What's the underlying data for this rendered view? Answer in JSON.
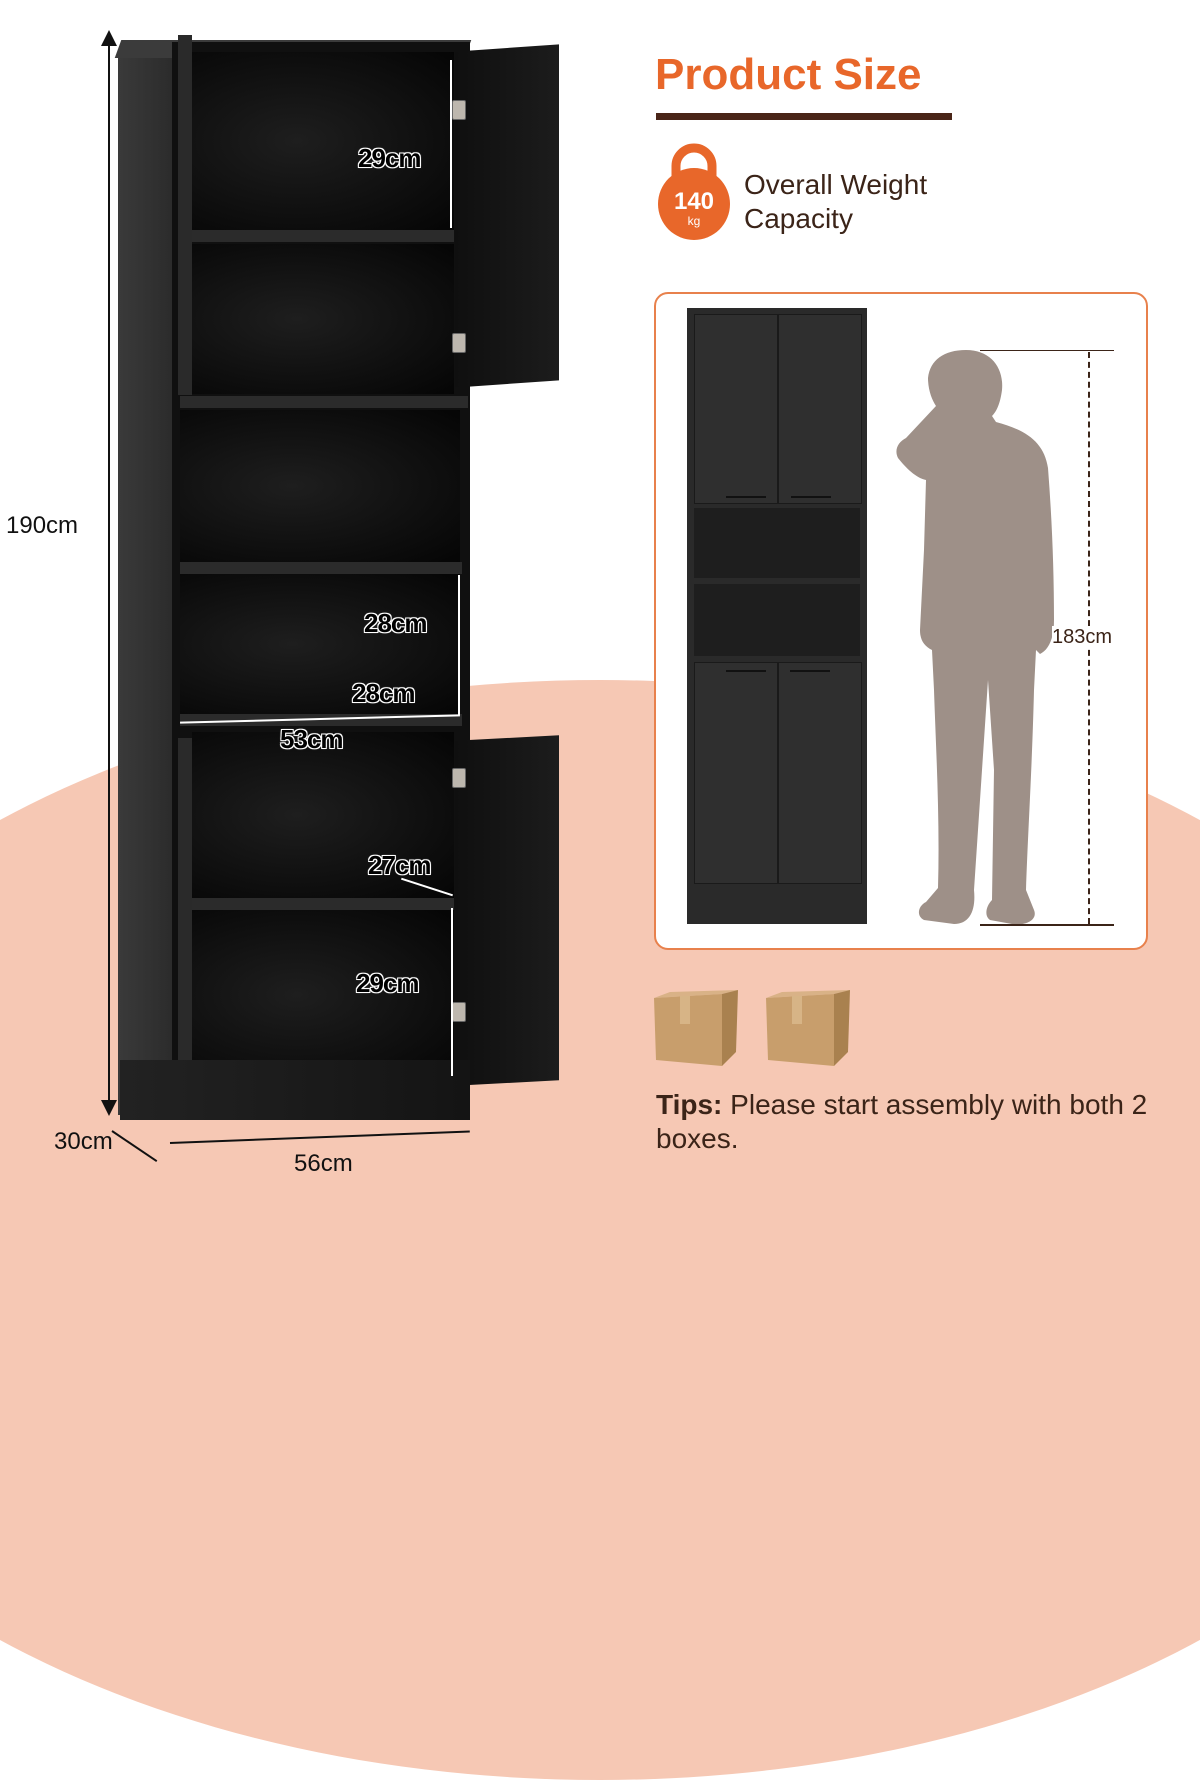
{
  "header": {
    "title": "Product Size"
  },
  "weight_capacity": {
    "value": "140",
    "unit": "kg",
    "label_line1": "Overall Weight",
    "label_line2": "Capacity",
    "icon": "kettlebell-icon"
  },
  "main_cabinet": {
    "total_height": "190cm",
    "depth": "30cm",
    "width": "56cm",
    "dimensions": {
      "top_compartment_height": "29cm",
      "open_shelf_height": "28cm",
      "open_shelf_depth": "28cm",
      "inner_width": "53cm",
      "lower_shelf_depth": "27cm",
      "bottom_compartment_height": "29cm"
    }
  },
  "comparison_panel": {
    "person_height": "183cm",
    "figure": "person-silhouette-icon"
  },
  "tips": {
    "label": "Tips:",
    "text": " Please start assembly with both 2 boxes.",
    "box_count": 2,
    "icon": "cardboard-box-icon"
  },
  "colors": {
    "accent_orange": "#e8672a",
    "rule_brown": "#4a2518",
    "floor_pink": "#f6c8b4",
    "panel_border": "#e8814c",
    "silhouette": "#9e9088",
    "cabinet_black": "#111111"
  }
}
